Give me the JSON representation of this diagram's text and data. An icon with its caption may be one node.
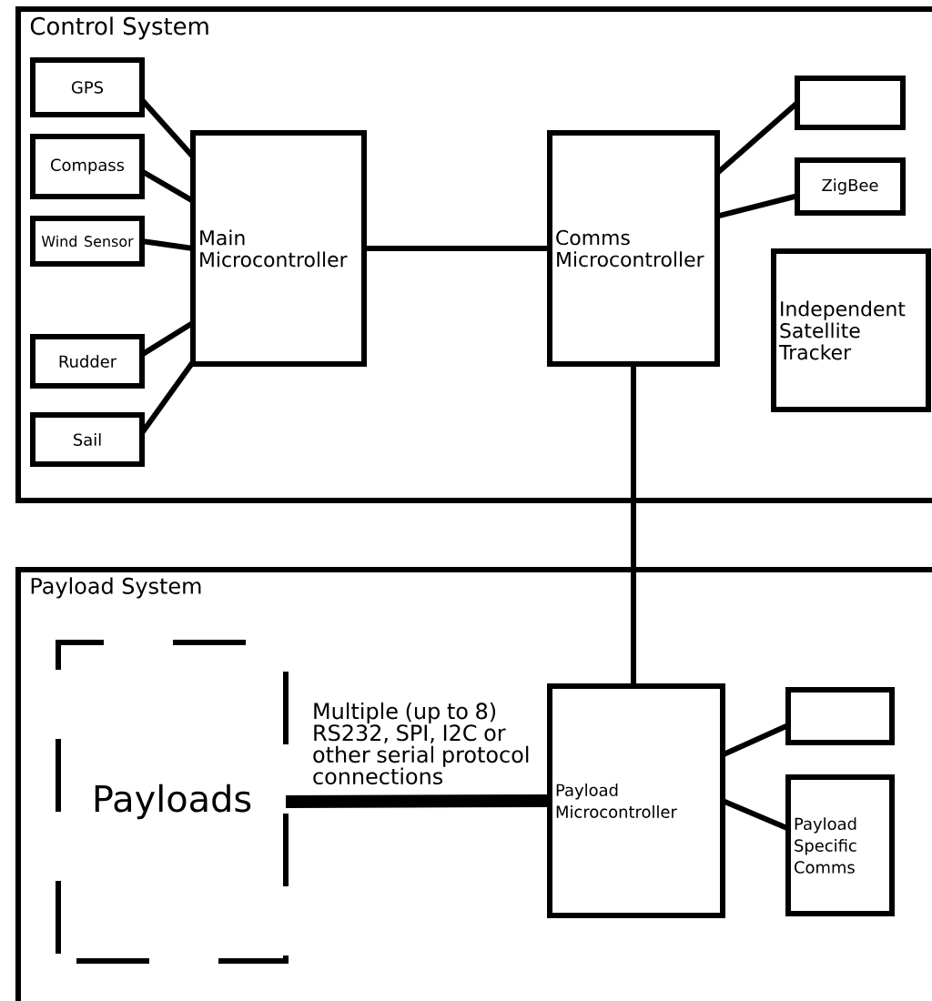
{
  "diagram": {
    "nodes": [
      {
        "text": [
          "Control System"
        ]
      },
      {
        "text": [
          "GPS"
        ],
        "in": 0
      },
      {
        "text": [
          "Compass"
        ],
        "in": 0
      },
      {
        "text": [
          "Wind Sensor"
        ],
        "in": 0
      },
      {
        "text": [
          "Rudder"
        ],
        "in": 0
      },
      {
        "text": [
          "Sail"
        ],
        "in": 0
      },
      {
        "text": [
          "Main Microcontroller"
        ],
        "in": 0
      },
      {
        "text": [
          "Comms Microcontroller"
        ],
        "in": 0
      },
      {
        "text": [],
        "shape": "box",
        "in": 0
      },
      {
        "text": [
          "ZigBee"
        ],
        "in": 0
      },
      {
        "text": [
          "Independent Satellite Tracker"
        ],
        "in": 0
      },
      {
        "text": [
          "Payload System"
        ]
      },
      {
        "text": [
          "Payloads"
        ],
        "in": 11
      },
      {
        "text": [
          "Payload Microcontroller"
        ],
        "in": 11
      },
      {
        "text": [],
        "shape": "box",
        "in": 11
      },
      {
        "text": [
          "Payload Specific Comms"
        ],
        "in": 11
      }
    ],
    "edges": [
      {
        "from": 1,
        "to": 6,
        "arrow": "none"
      },
      {
        "from": 2,
        "to": 6,
        "arrow": "none"
      },
      {
        "from": 3,
        "to": 6,
        "arrow": "none"
      },
      {
        "from": 4,
        "to": 6,
        "arrow": "none"
      },
      {
        "from": 5,
        "to": 6,
        "arrow": "none"
      },
      {
        "from": 6,
        "to": 7,
        "arrow": "none"
      },
      {
        "from": 7,
        "to": 8,
        "arrow": "none"
      },
      {
        "from": 7,
        "to": 9,
        "arrow": "none"
      },
      {
        "from": 7,
        "to": 13,
        "arrow": "none"
      },
      {
        "from": 12,
        "to": 13,
        "arrow": "none",
        "style": "thick",
        "label": "Multiple (up to 8) RS232, SPI, I2C or other serial protocol connections"
      },
      {
        "from": 13,
        "to": 14,
        "arrow": "none"
      },
      {
        "from": 13,
        "to": 15,
        "arrow": "none"
      }
    ]
  }
}
